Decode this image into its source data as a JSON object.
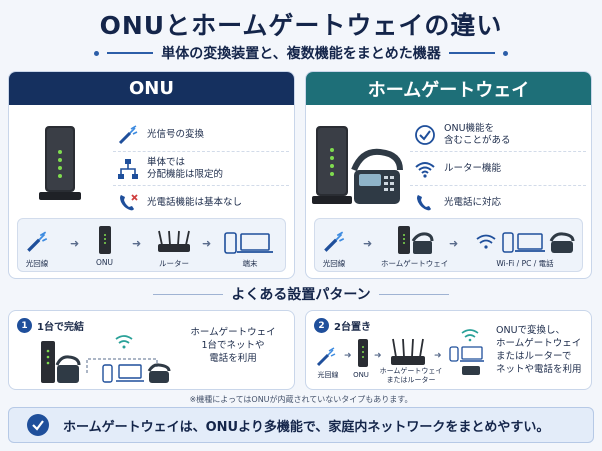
{
  "header": {
    "title": "ONUとホームゲートウェイの違い",
    "subtitle": "単体の変換装置と、複数機能をまとめた機器"
  },
  "onu_panel": {
    "heading": "ONU",
    "features": [
      {
        "icon": "optical-fiber-icon",
        "text": "光信号の変換"
      },
      {
        "icon": "network-tree-icon",
        "text": "単体では\n分配機能は限定的"
      },
      {
        "icon": "phone-off-icon",
        "text": "光電話機能は基本なし"
      }
    ],
    "flow": [
      "光回線",
      "ONU",
      "ルーター",
      "端末"
    ]
  },
  "hgw_panel": {
    "heading": "ホームゲートウェイ",
    "features": [
      {
        "icon": "check-circle-icon",
        "text": "ONU機能を\n含むことがある"
      },
      {
        "icon": "wifi-icon",
        "text": "ルーター機能"
      },
      {
        "icon": "phone-icon",
        "text": "光電話に対応"
      }
    ],
    "flow": [
      "光回線",
      "ホームゲートウェイ",
      "Wi-Fi / PC / 電話"
    ]
  },
  "patterns": {
    "heading": "よくある設置パターン",
    "p1": {
      "number": "1",
      "title": "1台で完結",
      "desc": "ホームゲートウェイ\n1台でネットや\n電話を利用"
    },
    "p2": {
      "number": "2",
      "title": "2台置き",
      "labels": [
        "光回線",
        "ONU",
        "ホームゲートウェイ\nまたはルーター"
      ],
      "desc": "ONUで変換し、\nホームゲートウェイ\nまたはルーターで\nネットや電話を利用"
    }
  },
  "note": "※機種によってはONUが内蔵されていないタイプもあります。",
  "summary": "ホームゲートウェイは、ONUより多機能で、家庭内ネットワークをまとめやすい。",
  "colors": {
    "navy": "#15305f",
    "teal": "#1e6f78",
    "accent_blue": "#1f4f9b",
    "light_bg": "#eef3fa"
  }
}
